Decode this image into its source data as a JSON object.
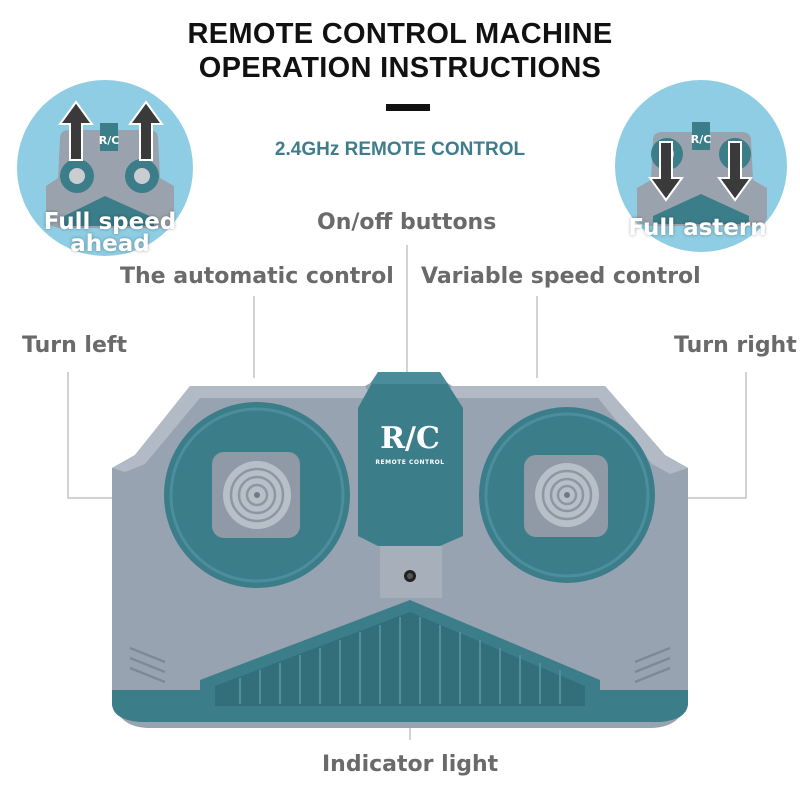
{
  "header": {
    "title_line1": "REMOTE CONTROL MACHINE",
    "title_line2": "OPERATION INSTRUCTIONS",
    "subtitle": "2.4GHz REMOTE CONTROL"
  },
  "badges": {
    "left": {
      "line1": "Full speed",
      "line2": "ahead",
      "arrow_icon": "arrow-up-icon"
    },
    "right": {
      "text": "Full astern",
      "arrow_icon": "arrow-down-icon"
    }
  },
  "labels": {
    "on_off": "On/off buttons",
    "automatic": "The automatic control",
    "variable_speed": "Variable speed control",
    "turn_left": "Turn left",
    "turn_right": "Turn right",
    "indicator": "Indicator light"
  },
  "logo": {
    "main": "R/C",
    "sub": "REMOTE CONTROL"
  },
  "colors": {
    "teal": "#3c7d8a",
    "teal_dark": "#2f6a76",
    "body_gray": "#98a3b1",
    "badge_bg": "#8ecde3",
    "subtitle": "#3f7d8c",
    "label_gray": "#6a6a6a"
  }
}
